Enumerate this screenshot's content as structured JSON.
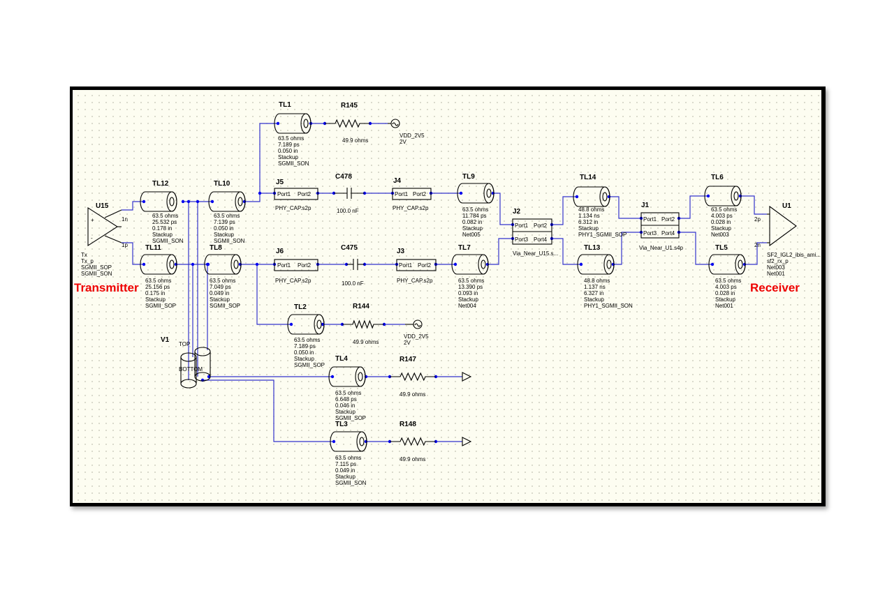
{
  "labels": {
    "transmitter": "Transmitter",
    "receiver": "Receiver"
  },
  "u15": {
    "ref": "U15",
    "pin_n": "1n",
    "pin_p": "1p",
    "attrs": [
      "Tx",
      "Tx_p",
      "SGMII_SOP",
      "SGMII_SON"
    ]
  },
  "u1": {
    "ref": "U1",
    "pin_p": "2p",
    "pin_n": "2n",
    "attrs": [
      "SF2_IGL2_ibis_ami...",
      "sf2_rx_p",
      "Net003",
      "Net001"
    ]
  },
  "v1": {
    "ref": "V1",
    "top": "TOP",
    "bottom": "BOTTOM"
  },
  "tl": {
    "tl1": {
      "ref": "TL1",
      "attrs": [
        "63.5 ohms",
        "7.189 ps",
        "0.050 in",
        "Stackup",
        "SGMII_SON"
      ]
    },
    "tl2": {
      "ref": "TL2",
      "attrs": [
        "63.5 ohms",
        "7.189 ps",
        "0.050 in",
        "Stackup",
        "SGMII_SOP"
      ]
    },
    "tl3": {
      "ref": "TL3",
      "attrs": [
        "63.5 ohms",
        "7.115 ps",
        "0.049 in",
        "Stackup",
        "SGMII_SON"
      ]
    },
    "tl4": {
      "ref": "TL4",
      "attrs": [
        "63.5 ohms",
        "6.648 ps",
        "0.046 in",
        "Stackup",
        "SGMII_SOP"
      ]
    },
    "tl5": {
      "ref": "TL5",
      "attrs": [
        "63.5 ohms",
        "4.003 ps",
        "0.028 in",
        "Stackup",
        "Net001"
      ]
    },
    "tl6": {
      "ref": "TL6",
      "attrs": [
        "63.5 ohms",
        "4.003 ps",
        "0.028 in",
        "Stackup",
        "Net003"
      ]
    },
    "tl7": {
      "ref": "TL7",
      "attrs": [
        "63.5 ohms",
        "13.390 ps",
        "0.093 in",
        "Stackup",
        "Net004"
      ]
    },
    "tl8": {
      "ref": "TL8",
      "attrs": [
        "63.5 ohms",
        "7.049 ps",
        "0.049 in",
        "Stackup",
        "SGMII_SOP"
      ]
    },
    "tl9": {
      "ref": "TL9",
      "attrs": [
        "63.5 ohms",
        "11.784 ps",
        "0.082 in",
        "Stackup",
        "Net005"
      ]
    },
    "tl10": {
      "ref": "TL10",
      "attrs": [
        "63.5 ohms",
        "7.139 ps",
        "0.050 in",
        "Stackup",
        "SGMII_SON"
      ]
    },
    "tl11": {
      "ref": "TL11",
      "attrs": [
        "63.5 ohms",
        "25.156 ps",
        "0.175 in",
        "Stackup",
        "SGMII_SOP"
      ]
    },
    "tl12": {
      "ref": "TL12",
      "attrs": [
        "63.5 ohms",
        "25.532 ps",
        "0.178 in",
        "Stackup",
        "SGMII_SON"
      ]
    },
    "tl13": {
      "ref": "TL13",
      "attrs": [
        "48.8 ohms",
        "1.137 ns",
        "6.327 in",
        "Stackup",
        "PHY1_SGMII_SON"
      ]
    },
    "tl14": {
      "ref": "TL14",
      "attrs": [
        "48.8 ohms",
        "1.134 ns",
        "6.312 in",
        "Stackup",
        "PHY1_SGMII_SOP"
      ]
    }
  },
  "r": {
    "r145": {
      "ref": "R145",
      "value": "49.9 ohms"
    },
    "r144": {
      "ref": "R144",
      "value": "49.9 ohms"
    },
    "r147": {
      "ref": "R147",
      "value": "49.9 ohms"
    },
    "r148": {
      "ref": "R148",
      "value": "49.9 ohms"
    }
  },
  "vdd": {
    "top": {
      "name": "VDD_2V5",
      "value": "2V"
    },
    "bottom": {
      "name": "VDD_2V5",
      "value": "2V"
    }
  },
  "caps": {
    "c478": {
      "ref": "C478",
      "value": "100.0 nF"
    },
    "c475": {
      "ref": "C475",
      "value": "100.0 nF"
    }
  },
  "s2p": {
    "j5": {
      "ref": "J5",
      "p1": "Port1",
      "p2": "Port2",
      "file": "PHY_CAP.s2p"
    },
    "j4": {
      "ref": "J4",
      "p1": "Port1",
      "p2": "Port2",
      "file": "PHY_CAP.s2p"
    },
    "j6": {
      "ref": "J6",
      "p1": "Port1",
      "p2": "Port2",
      "file": "PHY_CAP.s2p"
    },
    "j3": {
      "ref": "J3",
      "p1": "Port1",
      "p2": "Port2",
      "file": "PHY_CAP.s2p"
    }
  },
  "s4p": {
    "j2": {
      "ref": "J2",
      "p1": "Port1",
      "p2": "Port2",
      "p3": "Port3",
      "p4": "Port4",
      "file": "Via_Near_U15.s..."
    },
    "j1": {
      "ref": "J1",
      "p1": "Port1",
      "p2": "Port2",
      "p3": "Port3",
      "p4": "Port4",
      "file": "Via_Near_U1.s4p"
    }
  },
  "colors": {
    "wire": "#3333cc",
    "background": "#fdfdf1",
    "highlight": "#ee0000"
  }
}
